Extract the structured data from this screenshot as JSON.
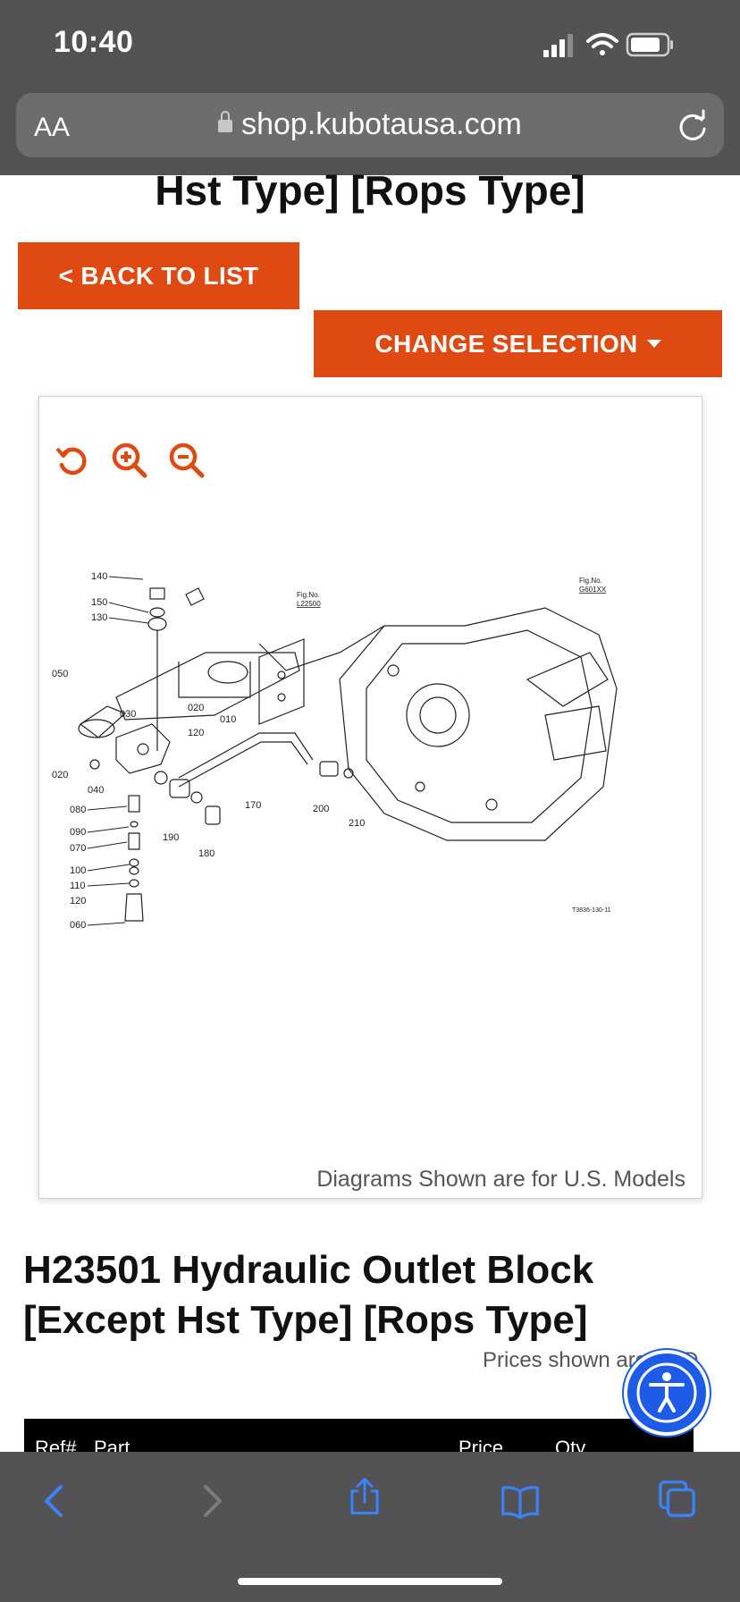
{
  "status_bar": {
    "time": "10:40"
  },
  "browser": {
    "text_size_label": "AA",
    "url": "shop.kubotausa.com"
  },
  "page": {
    "title_fragment": "Hst Type] [Rops Type]",
    "back_button": "< BACK TO LIST",
    "change_button": "CHANGE SELECTION",
    "diagram": {
      "tools": [
        "reset-icon",
        "zoom-in-icon",
        "zoom-out-icon"
      ],
      "note": "Diagrams Shown are for U.S. Models",
      "callouts": [
        "140",
        "150",
        "130",
        "050",
        "030",
        "020",
        "010",
        "120",
        "020",
        "040",
        "080",
        "090",
        "070",
        "100",
        "110",
        "120",
        "060",
        "170",
        "190",
        "180",
        "200",
        "210"
      ],
      "fig_refs": [
        "Fig.No. L22500",
        "Fig.No. G601XX"
      ],
      "drawing_code": "T3836-130-11"
    },
    "assembly_title": "H23501 Hydraulic Outlet Block [Except Hst Type] [Rops Type]",
    "price_note": "Prices shown are USD",
    "table_headers": {
      "ref": "Ref#",
      "part": "Part",
      "price": "Price",
      "qty": "Qty"
    }
  },
  "colors": {
    "accent": "#de4a11",
    "chrome": "#535355",
    "accessibility": "#1e5be6",
    "toolbar_icons": "#3a82f7"
  }
}
